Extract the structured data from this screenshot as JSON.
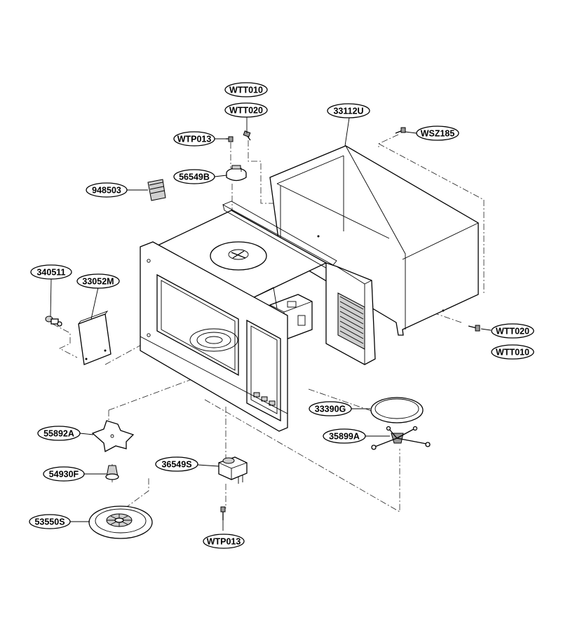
{
  "parts": {
    "wtt010_top": "WTT010",
    "wtt020_top": "WTT020",
    "wtp013_top": "WTP013",
    "p33112u": "33112U",
    "wsz185": "WSZ185",
    "p56549b": "56549B",
    "p948503": "948503",
    "p340511": "340511",
    "p33052m": "33052M",
    "wtt020_right": "WTT020",
    "wtt010_right": "WTT010",
    "p33390g": "33390G",
    "p35899a": "35899A",
    "p55892a": "55892A",
    "p36549s": "36549S",
    "p54930f": "54930F",
    "p53550s": "53550S",
    "wtp013_bottom": "WTP013"
  },
  "colors": {
    "line": "#000000",
    "background": "#ffffff",
    "shade_light": "#cfcfcf",
    "shade_dark": "#9a9a9a"
  }
}
